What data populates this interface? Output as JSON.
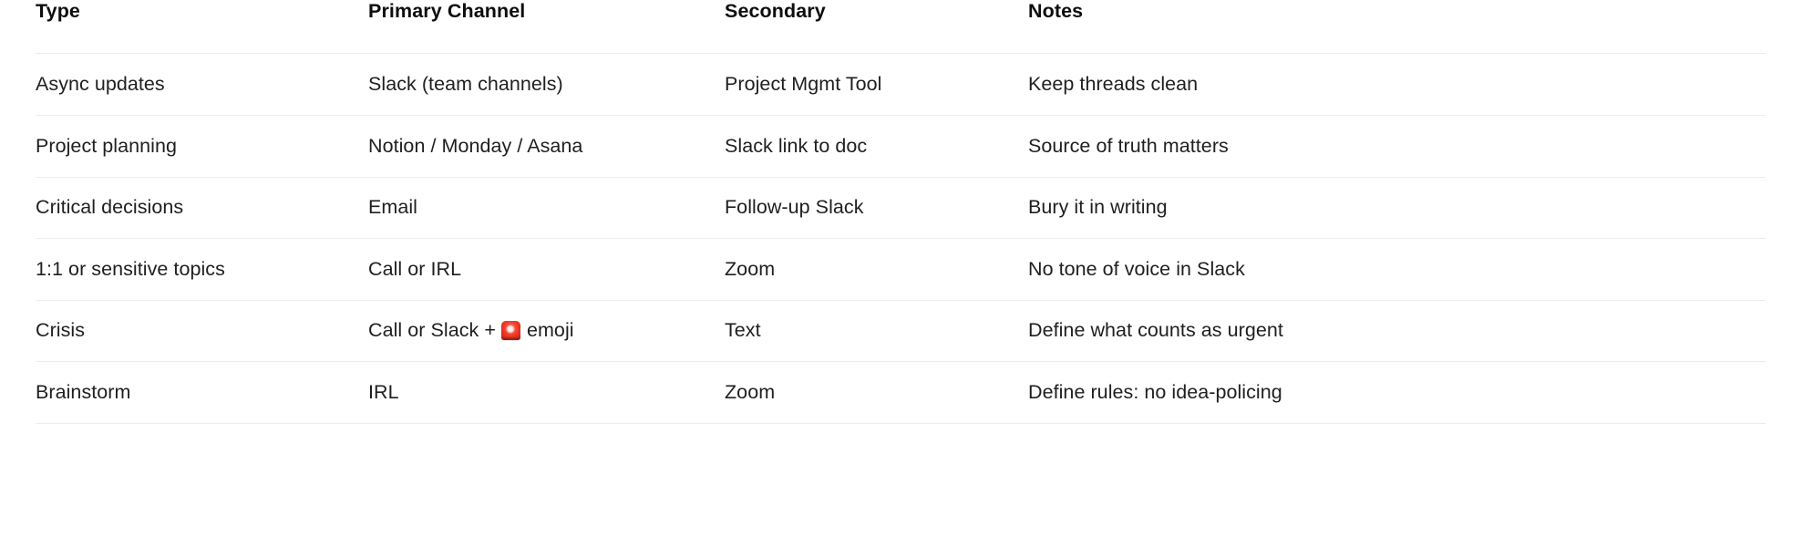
{
  "table": {
    "name": "communication-channel-matrix",
    "columns": [
      {
        "key": "type",
        "label": "Type"
      },
      {
        "key": "primary",
        "label": "Primary Channel"
      },
      {
        "key": "secondary",
        "label": "Secondary"
      },
      {
        "key": "notes",
        "label": "Notes"
      }
    ],
    "rows": [
      {
        "type": "Async updates",
        "primary": "Slack (team channels)",
        "secondary": "Project Mgmt Tool",
        "notes": "Keep threads clean"
      },
      {
        "type": "Project planning",
        "primary": "Notion / Monday / Asana",
        "secondary": "Slack link to doc",
        "notes": "Source of truth matters"
      },
      {
        "type": "Critical decisions",
        "primary": "Email",
        "secondary": "Follow-up Slack",
        "notes": "Bury it in writing"
      },
      {
        "type": "1:1 or sensitive topics",
        "primary": "Call or IRL",
        "secondary": "Zoom",
        "notes": "No tone of voice in Slack"
      },
      {
        "type": "Crisis",
        "primary_before_emoji": "Call or Slack + ",
        "primary_emoji": "🚨",
        "primary_emoji_name": "siren-icon",
        "primary_after_emoji": "emoji",
        "secondary": "Text",
        "notes": "Define what counts as urgent"
      },
      {
        "type": "Brainstorm",
        "primary": "IRL",
        "secondary": "Zoom",
        "notes": "Define rules: no idea-policing"
      }
    ]
  },
  "colors": {
    "background": "#ffffff",
    "text": "#1f1f1f",
    "header_text": "#0d0d0d",
    "row_divider": "#ececec",
    "header_divider": "#e9e9e9",
    "siren_red": "#ef3b28"
  }
}
